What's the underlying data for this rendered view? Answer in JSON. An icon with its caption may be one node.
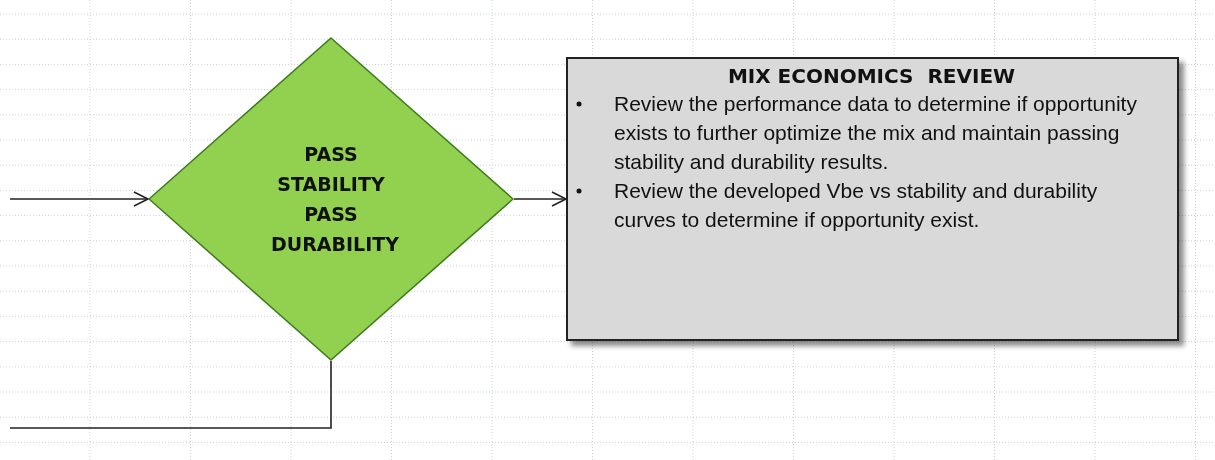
{
  "diagram": {
    "nodes": [
      {
        "text": [
          "PASS STABILITY PASS DURABILITY"
        ]
      },
      {
        "text": [
          "MIX ECONOMICS  REVIEW",
          "Review the performance data to determine if opportunity exists to further optimize the mix and maintain passing stability and durability results.",
          "Review the developed Vbe vs stability and durability curves to determine if opportunity exist."
        ]
      }
    ],
    "edges": [
      {
        "from": null,
        "to": 0,
        "arrow": "to"
      },
      {
        "from": 0,
        "to": 1,
        "arrow": "to"
      },
      {
        "from": 0,
        "to": null,
        "arrow": "none"
      }
    ]
  }
}
